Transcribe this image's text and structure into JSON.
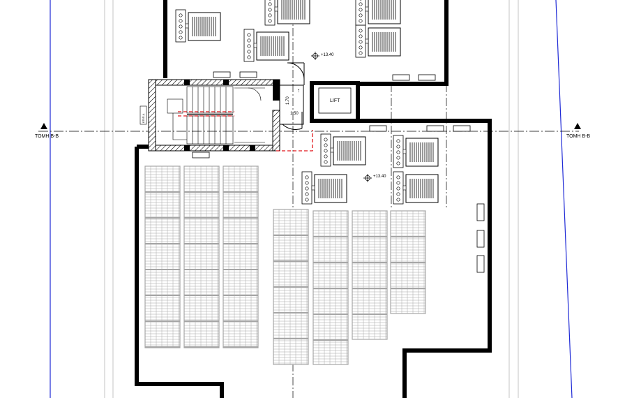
{
  "section_markers": {
    "left_label": "TOMH B-B",
    "right_label": "TOMH B-B"
  },
  "levels": {
    "upper": "+13.40",
    "lower": "+13.40"
  },
  "lift": {
    "label": "LIFT"
  },
  "dimensions": {
    "door_width": "1.70",
    "landing_width": "1.50"
  },
  "small_note": "ΕΠΙΠ.Δ.",
  "colors": {
    "wall": "#000000",
    "panel": "#a6a6a6",
    "blue_line": "#1f2ad6",
    "red_dash": "#e0161b"
  }
}
